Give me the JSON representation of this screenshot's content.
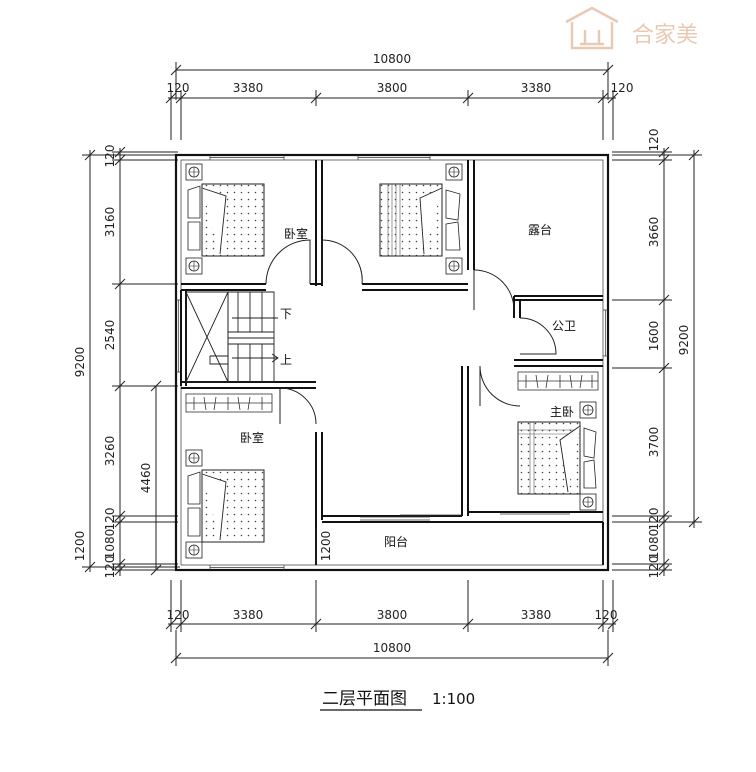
{
  "logo": {
    "text": "合家美",
    "color": "#e9c9b4"
  },
  "title": "二层平面图",
  "scale": "1:100",
  "rooms": {
    "bedroom_nw": "卧室",
    "terrace": "露台",
    "public_bath": "公卫",
    "master_bedroom": "主卧",
    "bedroom_sw": "卧室",
    "balcony": "阳台"
  },
  "stairs": {
    "down": "下",
    "up": "上"
  },
  "dims_top": {
    "total": "10800",
    "a": "120",
    "b": "3380",
    "c": "3800",
    "d": "3380",
    "e": "120"
  },
  "dims_bottom": {
    "total": "10800",
    "a": "120",
    "b": "3380",
    "c": "3800",
    "d": "3380",
    "e": "120"
  },
  "dims_left": {
    "total": "9200",
    "a": "120",
    "b": "3160",
    "c": "2540",
    "d": "3260",
    "e": "120",
    "f": "1080",
    "g": "1200",
    "h": "120",
    "i": "4460"
  },
  "dims_right": {
    "total": "9200",
    "a": "120",
    "b": "3660",
    "c": "1600",
    "d": "3700",
    "e": "120",
    "f": "1080",
    "g": "120"
  },
  "balcony_dim": "1200"
}
